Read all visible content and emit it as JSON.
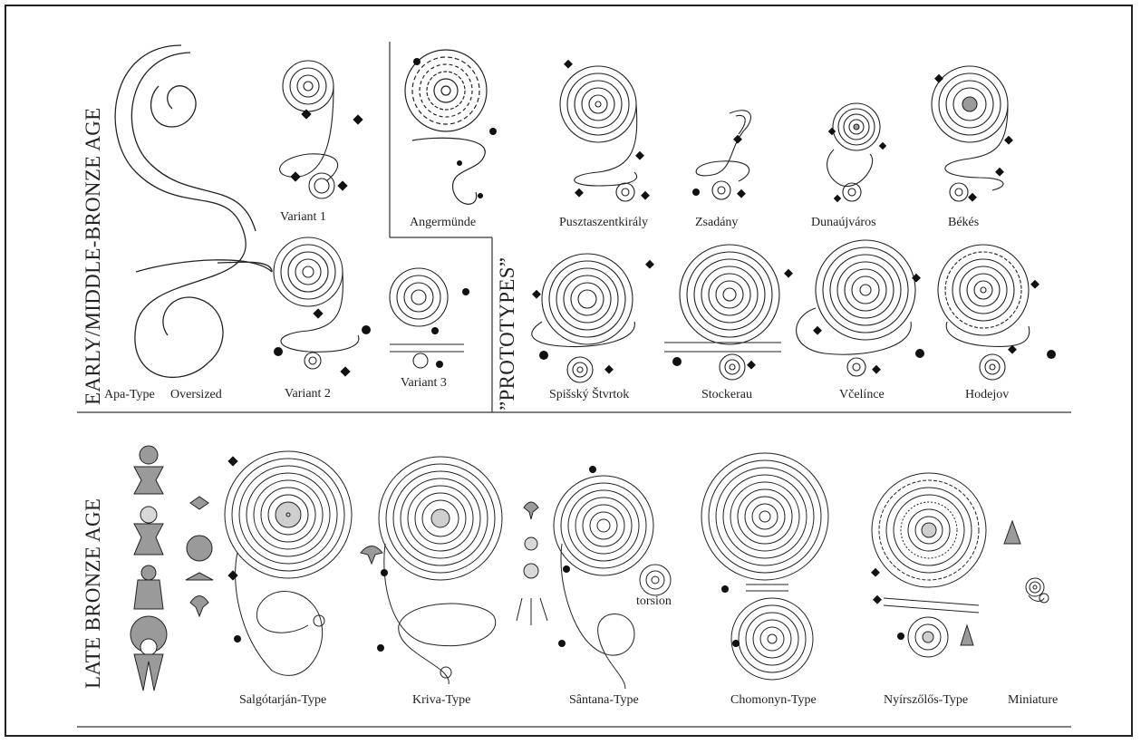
{
  "sections": {
    "early": "EARLY/MIDDLE-BRONZE AGE",
    "prototypes": "”PROTOTYPES”",
    "late": "LATE BRONZE AGE"
  },
  "labels": {
    "apa": "Apa-Type",
    "oversized": "Oversized",
    "variant1": "Variant 1",
    "variant2": "Variant 2",
    "variant3": "Variant 3",
    "angermunde": "Angermünde",
    "pusztaszentkiraly": "Pusztaszentkirály",
    "zsadany": "Zsadány",
    "dunaujvaros": "Dunaújváros",
    "bekes": "Békés",
    "spissky": "Spišský Štvrtok",
    "stockerau": "Stockerau",
    "vcelince": "Včelínce",
    "hodejov": "Hodejov",
    "salgotarjan": "Salgótarján-Type",
    "kriva": "Kriva-Type",
    "santana": "Sântana-Type",
    "torsion": "torsion",
    "chomonyn": "Chomonyn-Type",
    "nyirszolos": "Nyírszőlős-Type",
    "miniature": "Miniature"
  },
  "colors": {
    "ink": "#222222",
    "fill": "#9a9a9a",
    "light": "#cfcfcf"
  }
}
